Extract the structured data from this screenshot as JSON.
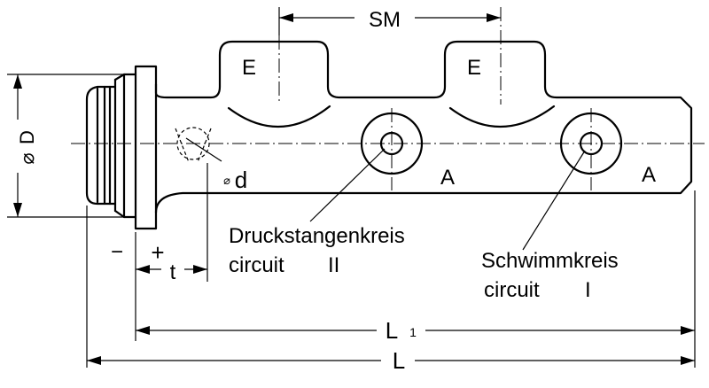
{
  "labels": {
    "sm": "SM",
    "e_left": "E",
    "e_right": "E",
    "a_left": "A",
    "a_right": "A",
    "dia_big_symbol": "⌀",
    "dia_big_letter": "D",
    "dia_small_symbol": "⌀",
    "dia_small_letter": "d",
    "minus": "−",
    "plus": "+",
    "t": "t",
    "l1_main": "L",
    "l1_sub": "1",
    "l": "L"
  },
  "circuit_ii": {
    "line1": "Druckstangenkreis",
    "line2_word": "circuit",
    "line2_num": "II"
  },
  "circuit_i": {
    "line1": "Schwimmkreis",
    "line2_word": "circuit",
    "line2_num": "I"
  }
}
